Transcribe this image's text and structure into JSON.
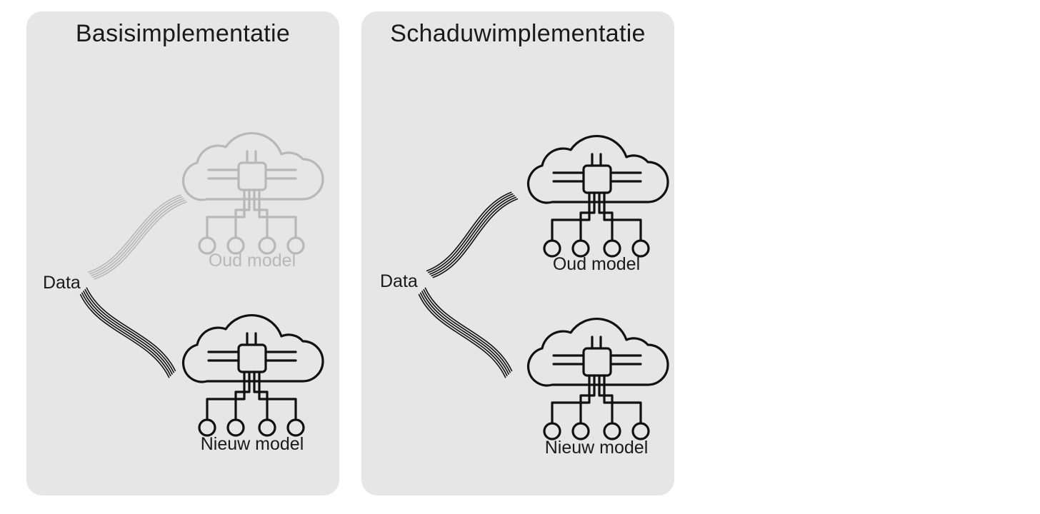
{
  "panels": [
    {
      "title": "Basisimplementatie",
      "data_label": "Data",
      "old_model_label": "Oud model",
      "new_model_label": "Nieuw model",
      "old_model_active": false
    },
    {
      "title": "Schaduwimplementatie",
      "data_label": "Data",
      "old_model_label": "Oud model",
      "new_model_label": "Nieuw model",
      "old_model_active": true
    }
  ],
  "colors": {
    "panel_background": "#e6e6e6",
    "active_stroke": "#111111",
    "inactive_stroke": "#b8b8b8",
    "text": "#1a1a1a"
  },
  "icons": {
    "model": "cloud-chip-network-icon",
    "data_stream": "data-stream-lines"
  }
}
